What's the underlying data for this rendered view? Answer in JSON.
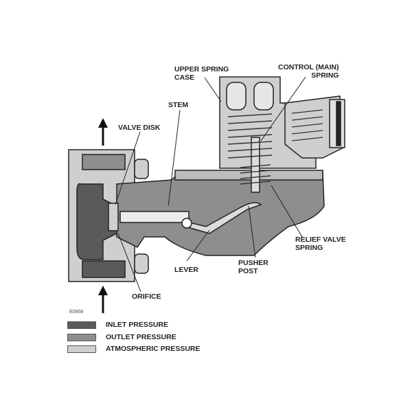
{
  "labels": {
    "upper_spring_case": [
      "UPPER SPRING",
      "CASE"
    ],
    "control_spring": [
      "CONTROL (MAIN)",
      "SPRING"
    ],
    "stem": "STEM",
    "valve_disk": "VALVE DISK",
    "relief_valve_spring": [
      "RELIEF VALVE",
      "SPRING"
    ],
    "pusher_post": [
      "PUSHER",
      "POST"
    ],
    "lever": "LEVER",
    "orifice": "ORIFICE"
  },
  "figure_code": "E0908",
  "legend": [
    {
      "label": "INLET PRESSURE",
      "color": "#5a5a5a"
    },
    {
      "label": "OUTLET PRESSURE",
      "color": "#8e8e8e"
    },
    {
      "label": "ATMOSPHERIC PRESSURE",
      "color": "#cfcfcf"
    }
  ]
}
